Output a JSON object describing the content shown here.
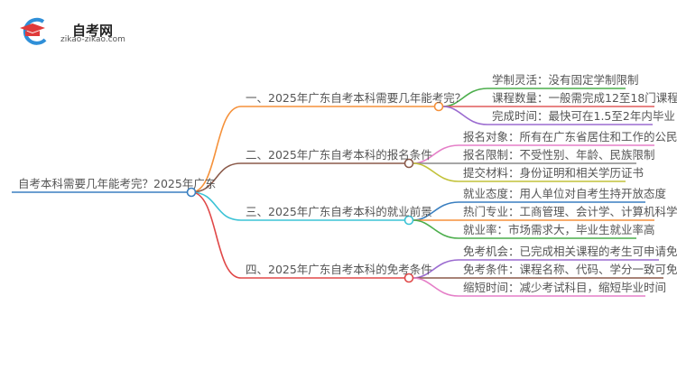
{
  "logo": {
    "title": "自考网",
    "subtitle": "zikao-zikao.com"
  },
  "root": {
    "label": "自考本科需要几年能考完？2025年广东",
    "color": "#3a7fc0"
  },
  "branches": [
    {
      "label": "一、2025年广东自考本科需要几年能考完？",
      "color": "#f5913a",
      "children": [
        {
          "label": "学制灵活：没有固定学制限制",
          "color": "#4cae4c"
        },
        {
          "label": "课程数量：一般需完成12至18门课程",
          "color": "#e05a5a"
        },
        {
          "label": "完成时间：最快可在1.5至2年内毕业",
          "color": "#9b6bd0"
        }
      ]
    },
    {
      "label": "二、2025年广东自考本科的报名条件",
      "color": "#8b5a4a",
      "children": [
        {
          "label": "报名对象：所有在广东省居住和工作的公民",
          "color": "#e57fc8"
        },
        {
          "label": "报名限制：不受性别、年龄、民族限制",
          "color": "#888888"
        },
        {
          "label": "提交材料：身份证明和相关学历证书",
          "color": "#c2c23a"
        }
      ]
    },
    {
      "label": "三、2025年广东自考本科的就业前景",
      "color": "#3cc3d6",
      "children": [
        {
          "label": "就业态度：用人单位对自考生持开放态度",
          "color": "#3a7fc0"
        },
        {
          "label": "热门专业：工商管理、会计学、计算机科学",
          "color": "#f5913a"
        },
        {
          "label": "就业率：市场需求大，毕业生就业率高",
          "color": "#4cae4c"
        }
      ]
    },
    {
      "label": "四、2025年广东自考本科的免考条件",
      "color": "#e04848",
      "children": [
        {
          "label": "免考机会：已完成相关课程的考生可申请免考",
          "color": "#9b6bd0"
        },
        {
          "label": "免考条件：课程名称、代码、学分一致可免考",
          "color": "#8b5a4a"
        },
        {
          "label": "缩短时间：减少考试科目，缩短毕业时间",
          "color": "#e57fc8"
        }
      ]
    }
  ]
}
